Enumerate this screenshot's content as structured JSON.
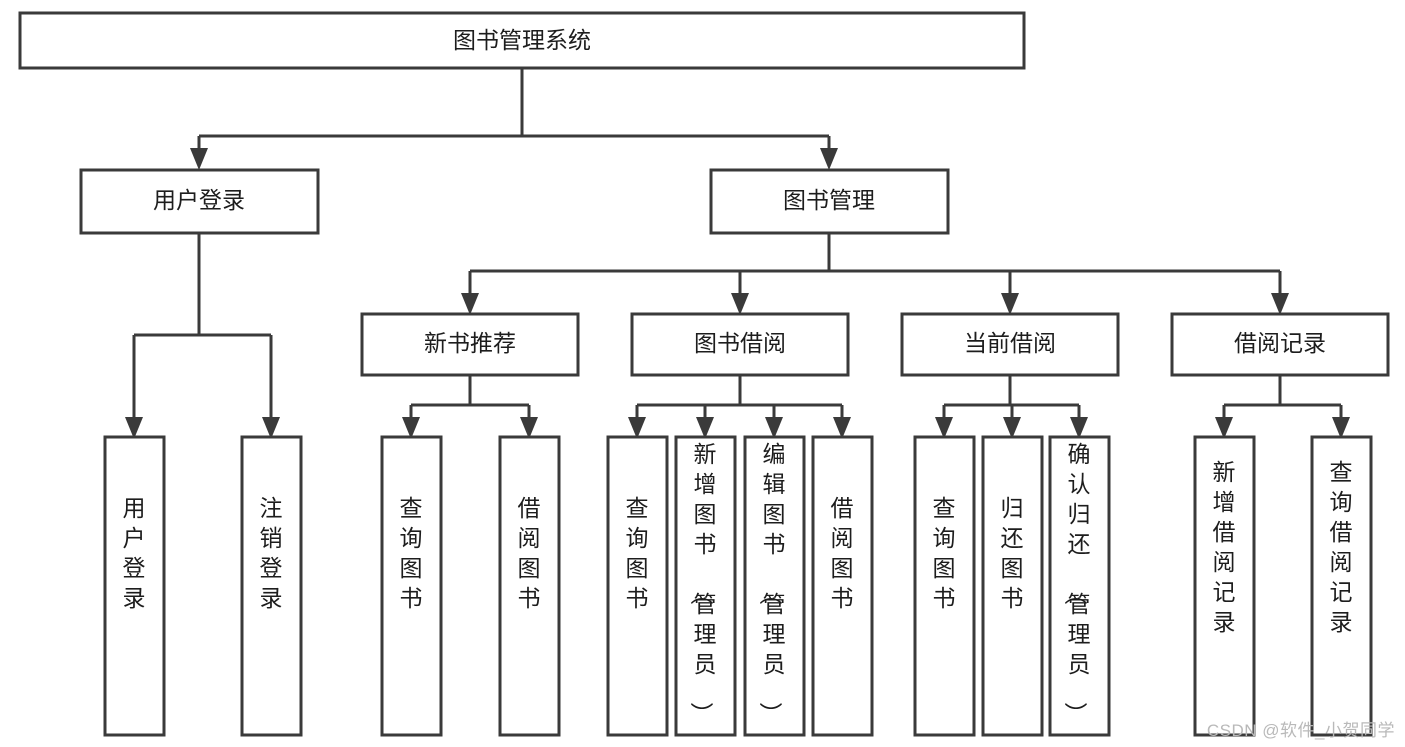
{
  "diagram": {
    "type": "tree-hierarchy",
    "title": "图书管理系统",
    "orientation": "top-down",
    "root": {
      "id": "root",
      "label": "图书管理系统",
      "level": 0
    },
    "level1": [
      {
        "id": "user-login",
        "label": "用户登录"
      },
      {
        "id": "book-manage",
        "label": "图书管理"
      }
    ],
    "level2": [
      {
        "id": "new-book-rec",
        "label": "新书推荐",
        "parent": "book-manage"
      },
      {
        "id": "book-borrow",
        "label": "图书借阅",
        "parent": "book-manage"
      },
      {
        "id": "current-borrow",
        "label": "当前借阅",
        "parent": "book-manage"
      },
      {
        "id": "borrow-record",
        "label": "借阅记录",
        "parent": "book-manage"
      }
    ],
    "leaves": {
      "user-login": [
        {
          "id": "leaf-user-login",
          "label": "用户登录"
        },
        {
          "id": "leaf-user-logout",
          "label": "注销登录"
        }
      ],
      "new-book-rec": [
        {
          "id": "leaf-query-book-1",
          "label": "查询图书"
        },
        {
          "id": "leaf-borrow-book-1",
          "label": "借阅图书"
        }
      ],
      "book-borrow": [
        {
          "id": "leaf-query-book-2",
          "label": "查询图书"
        },
        {
          "id": "leaf-add-book",
          "label": "新增图书（管理员）"
        },
        {
          "id": "leaf-edit-book",
          "label": "编辑图书（管理员）"
        },
        {
          "id": "leaf-borrow-book-2",
          "label": "借阅图书"
        }
      ],
      "current-borrow": [
        {
          "id": "leaf-query-book-3",
          "label": "查询图书"
        },
        {
          "id": "leaf-return-book",
          "label": "归还图书"
        },
        {
          "id": "leaf-confirm-return",
          "label": "确认归还（管理员）"
        }
      ],
      "borrow-record": [
        {
          "id": "leaf-add-record",
          "label": "新增借阅记录"
        },
        {
          "id": "leaf-query-record",
          "label": "查询借阅记录"
        }
      ]
    }
  },
  "watermark": {
    "text": "CSDN @软件_小贺同学"
  },
  "colors": {
    "box_stroke": "#3a3a3a",
    "box_fill": "#ffffff",
    "connector": "#3a3a3a",
    "text": "#1d1d1d",
    "watermark": "#b9b9b9",
    "background": "#ffffff"
  }
}
